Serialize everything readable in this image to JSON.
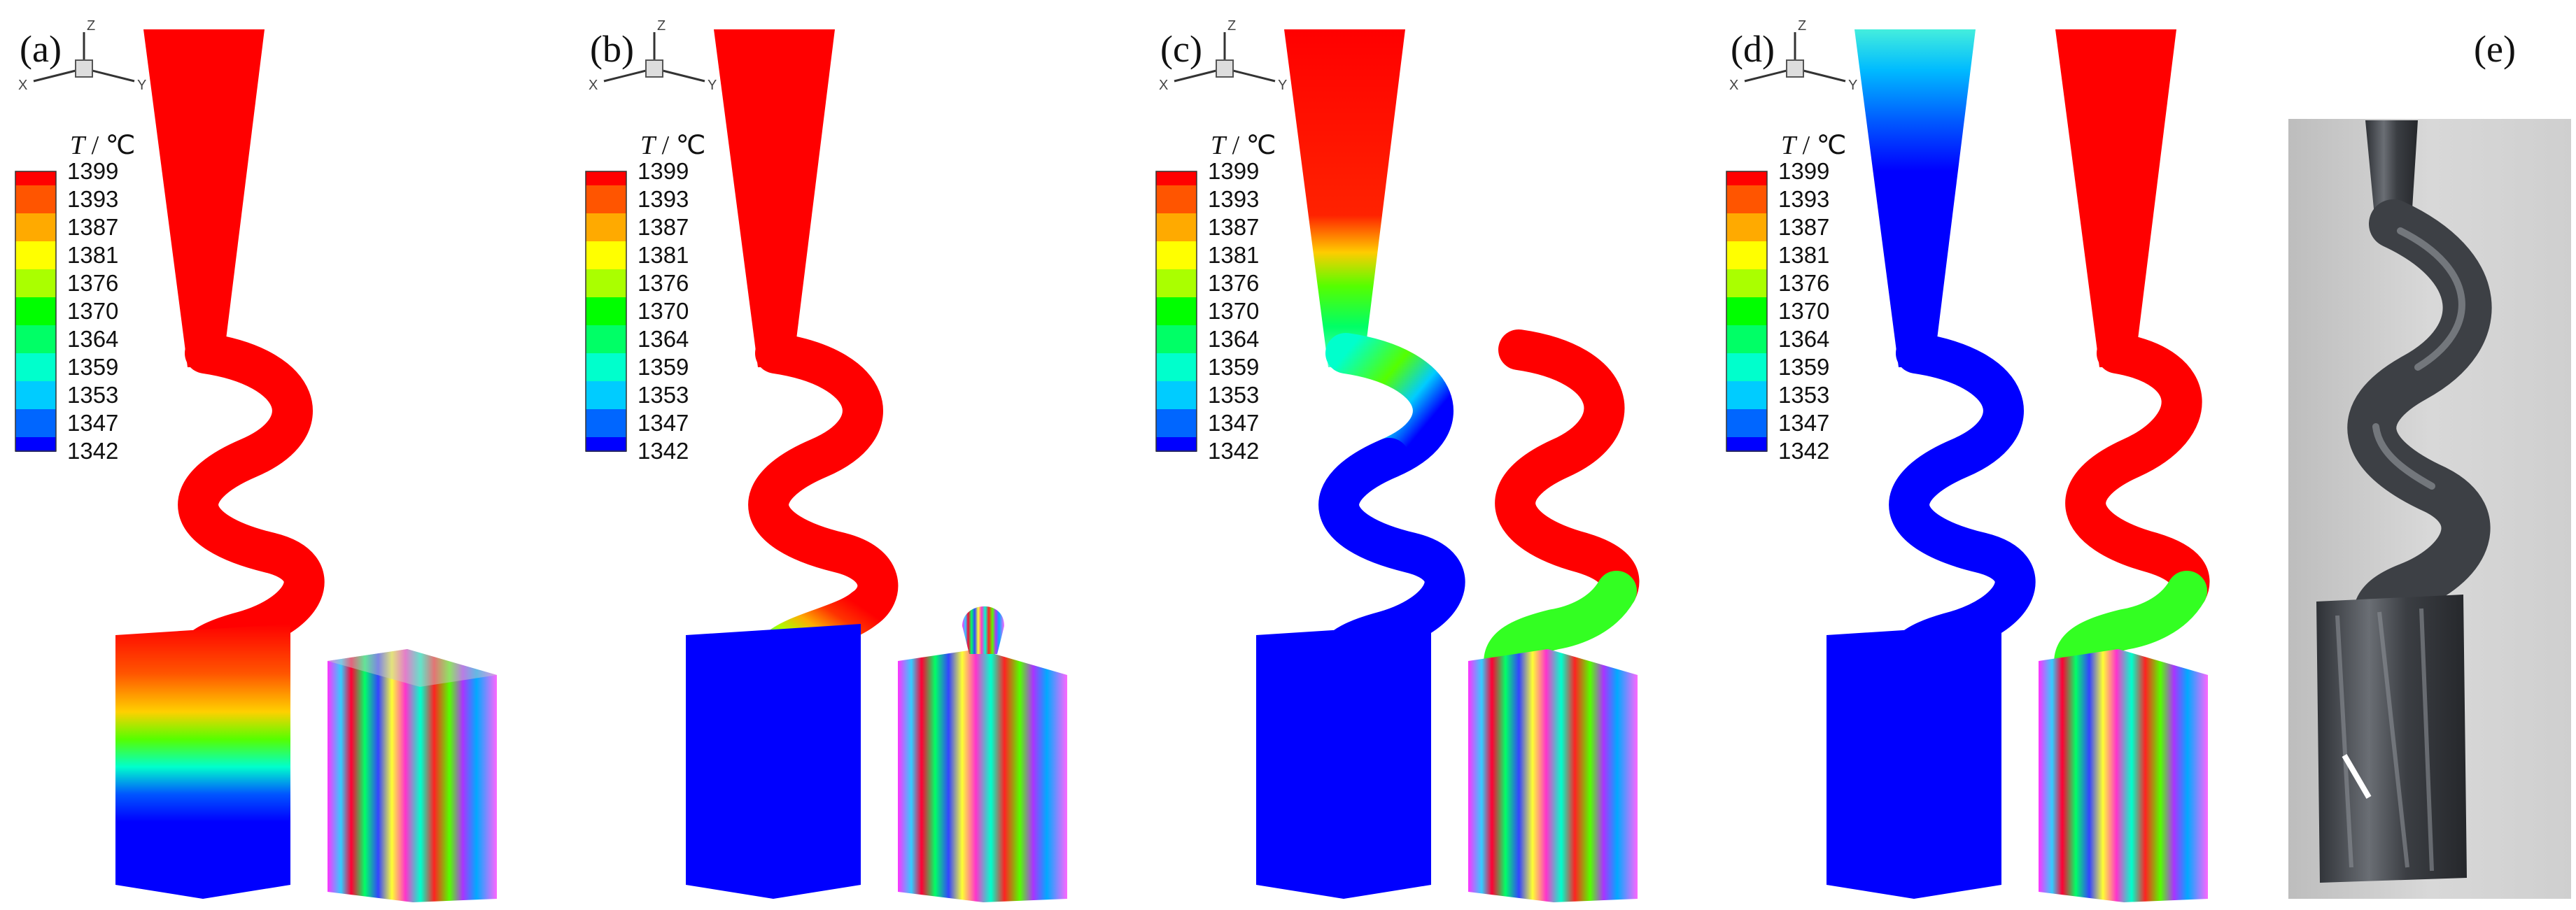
{
  "panels": [
    {
      "label": "(a)",
      "axes": {
        "z": "Z",
        "x": "X",
        "y": "Y"
      },
      "legend": {
        "var": "T",
        "sep": " / ",
        "unit": "℃"
      }
    },
    {
      "label": "(b)",
      "axes": {
        "z": "Z",
        "x": "X",
        "y": "Y"
      },
      "legend": {
        "var": "T",
        "sep": " / ",
        "unit": "℃"
      }
    },
    {
      "label": "(c)",
      "axes": {
        "z": "Z",
        "x": "X",
        "y": "Y"
      },
      "legend": {
        "var": "T",
        "sep": " / ",
        "unit": "℃"
      }
    },
    {
      "label": "(d)",
      "axes": {
        "z": "Z",
        "x": "X",
        "y": "Y"
      },
      "legend": {
        "var": "T",
        "sep": " / ",
        "unit": "℃"
      }
    },
    {
      "label": "(e)"
    }
  ],
  "legend_ticks": [
    "1399",
    "1393",
    "1387",
    "1381",
    "1376",
    "1370",
    "1364",
    "1359",
    "1353",
    "1347",
    "1342"
  ],
  "colormap": [
    "#ff0000",
    "#ff5500",
    "#ffaa00",
    "#ffff00",
    "#aaff00",
    "#00ff00",
    "#00ff66",
    "#00ffcc",
    "#00ccff",
    "#0066ff",
    "#0000ff"
  ],
  "colors": {
    "hot": "#ff0000",
    "cold": "#0000ff",
    "photo_bg": "#d2d2d2",
    "metal": "#4a4d52"
  }
}
